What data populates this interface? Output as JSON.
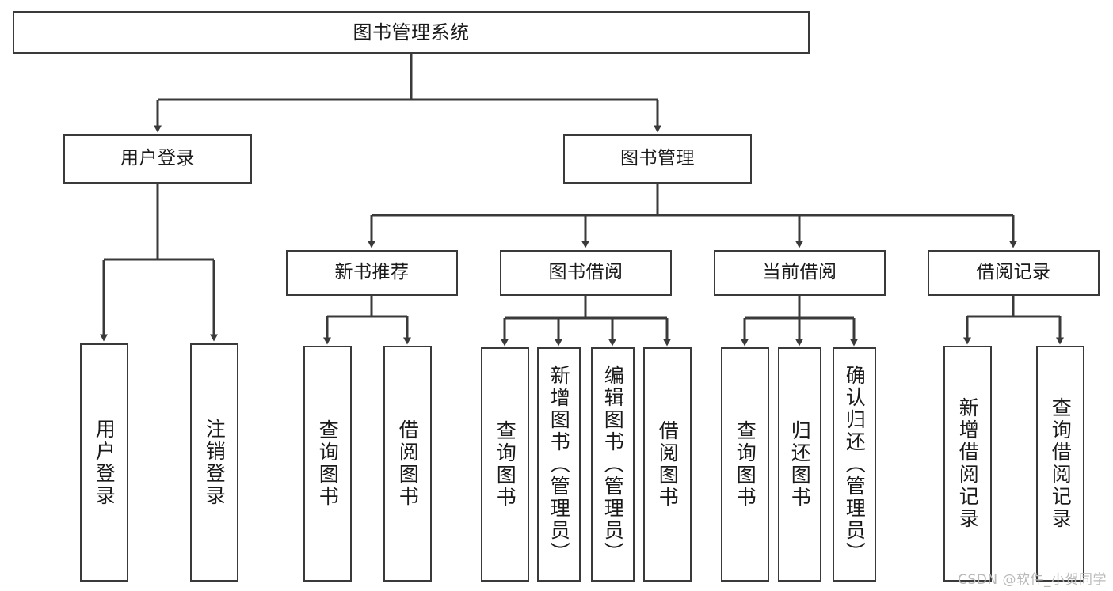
{
  "diagram": {
    "title": "图书管理系统",
    "type": "functional-structure-tree",
    "colors": {
      "box_border": "#3a3a3a",
      "box_fill": "#ffffff",
      "connector": "#3a3a3a",
      "text": "#1a1a1a",
      "watermark": "#b9b9b9",
      "background": "#ffffff"
    },
    "root": {
      "id": "root",
      "label": "图书管理系统"
    },
    "level2": [
      {
        "id": "user-login",
        "label": "用户登录"
      },
      {
        "id": "book-manage",
        "label": "图书管理"
      }
    ],
    "level3": [
      {
        "id": "new-book-rec",
        "label": "新书推荐"
      },
      {
        "id": "book-borrow",
        "label": "图书借阅"
      },
      {
        "id": "current-borrow",
        "label": "当前借阅"
      },
      {
        "id": "borrow-record",
        "label": "借阅记录"
      }
    ],
    "leaves": {
      "user-login": [
        {
          "id": "leaf-user-login",
          "label": "用户登录"
        },
        {
          "id": "leaf-user-logout",
          "label": "注销登录"
        }
      ],
      "new-book-rec": [
        {
          "id": "leaf-query-book-1",
          "label": "查询图书"
        },
        {
          "id": "leaf-borrow-book-1",
          "label": "借阅图书"
        }
      ],
      "book-borrow": [
        {
          "id": "leaf-query-book-2",
          "label": "查询图书"
        },
        {
          "id": "leaf-add-book",
          "label": "新增图书（管理员）"
        },
        {
          "id": "leaf-edit-book",
          "label": "编辑图书（管理员）"
        },
        {
          "id": "leaf-borrow-book-2",
          "label": "借阅图书"
        }
      ],
      "current-borrow": [
        {
          "id": "leaf-query-book-3",
          "label": "查询图书"
        },
        {
          "id": "leaf-return-book",
          "label": "归还图书"
        },
        {
          "id": "leaf-confirm-return",
          "label": "确认归还（管理员）"
        }
      ],
      "borrow-record": [
        {
          "id": "leaf-add-record",
          "label": "新增借阅记录"
        },
        {
          "id": "leaf-query-record",
          "label": "查询借阅记录"
        }
      ]
    }
  },
  "watermark": {
    "text": "CSDN @软件_小贺同学"
  }
}
